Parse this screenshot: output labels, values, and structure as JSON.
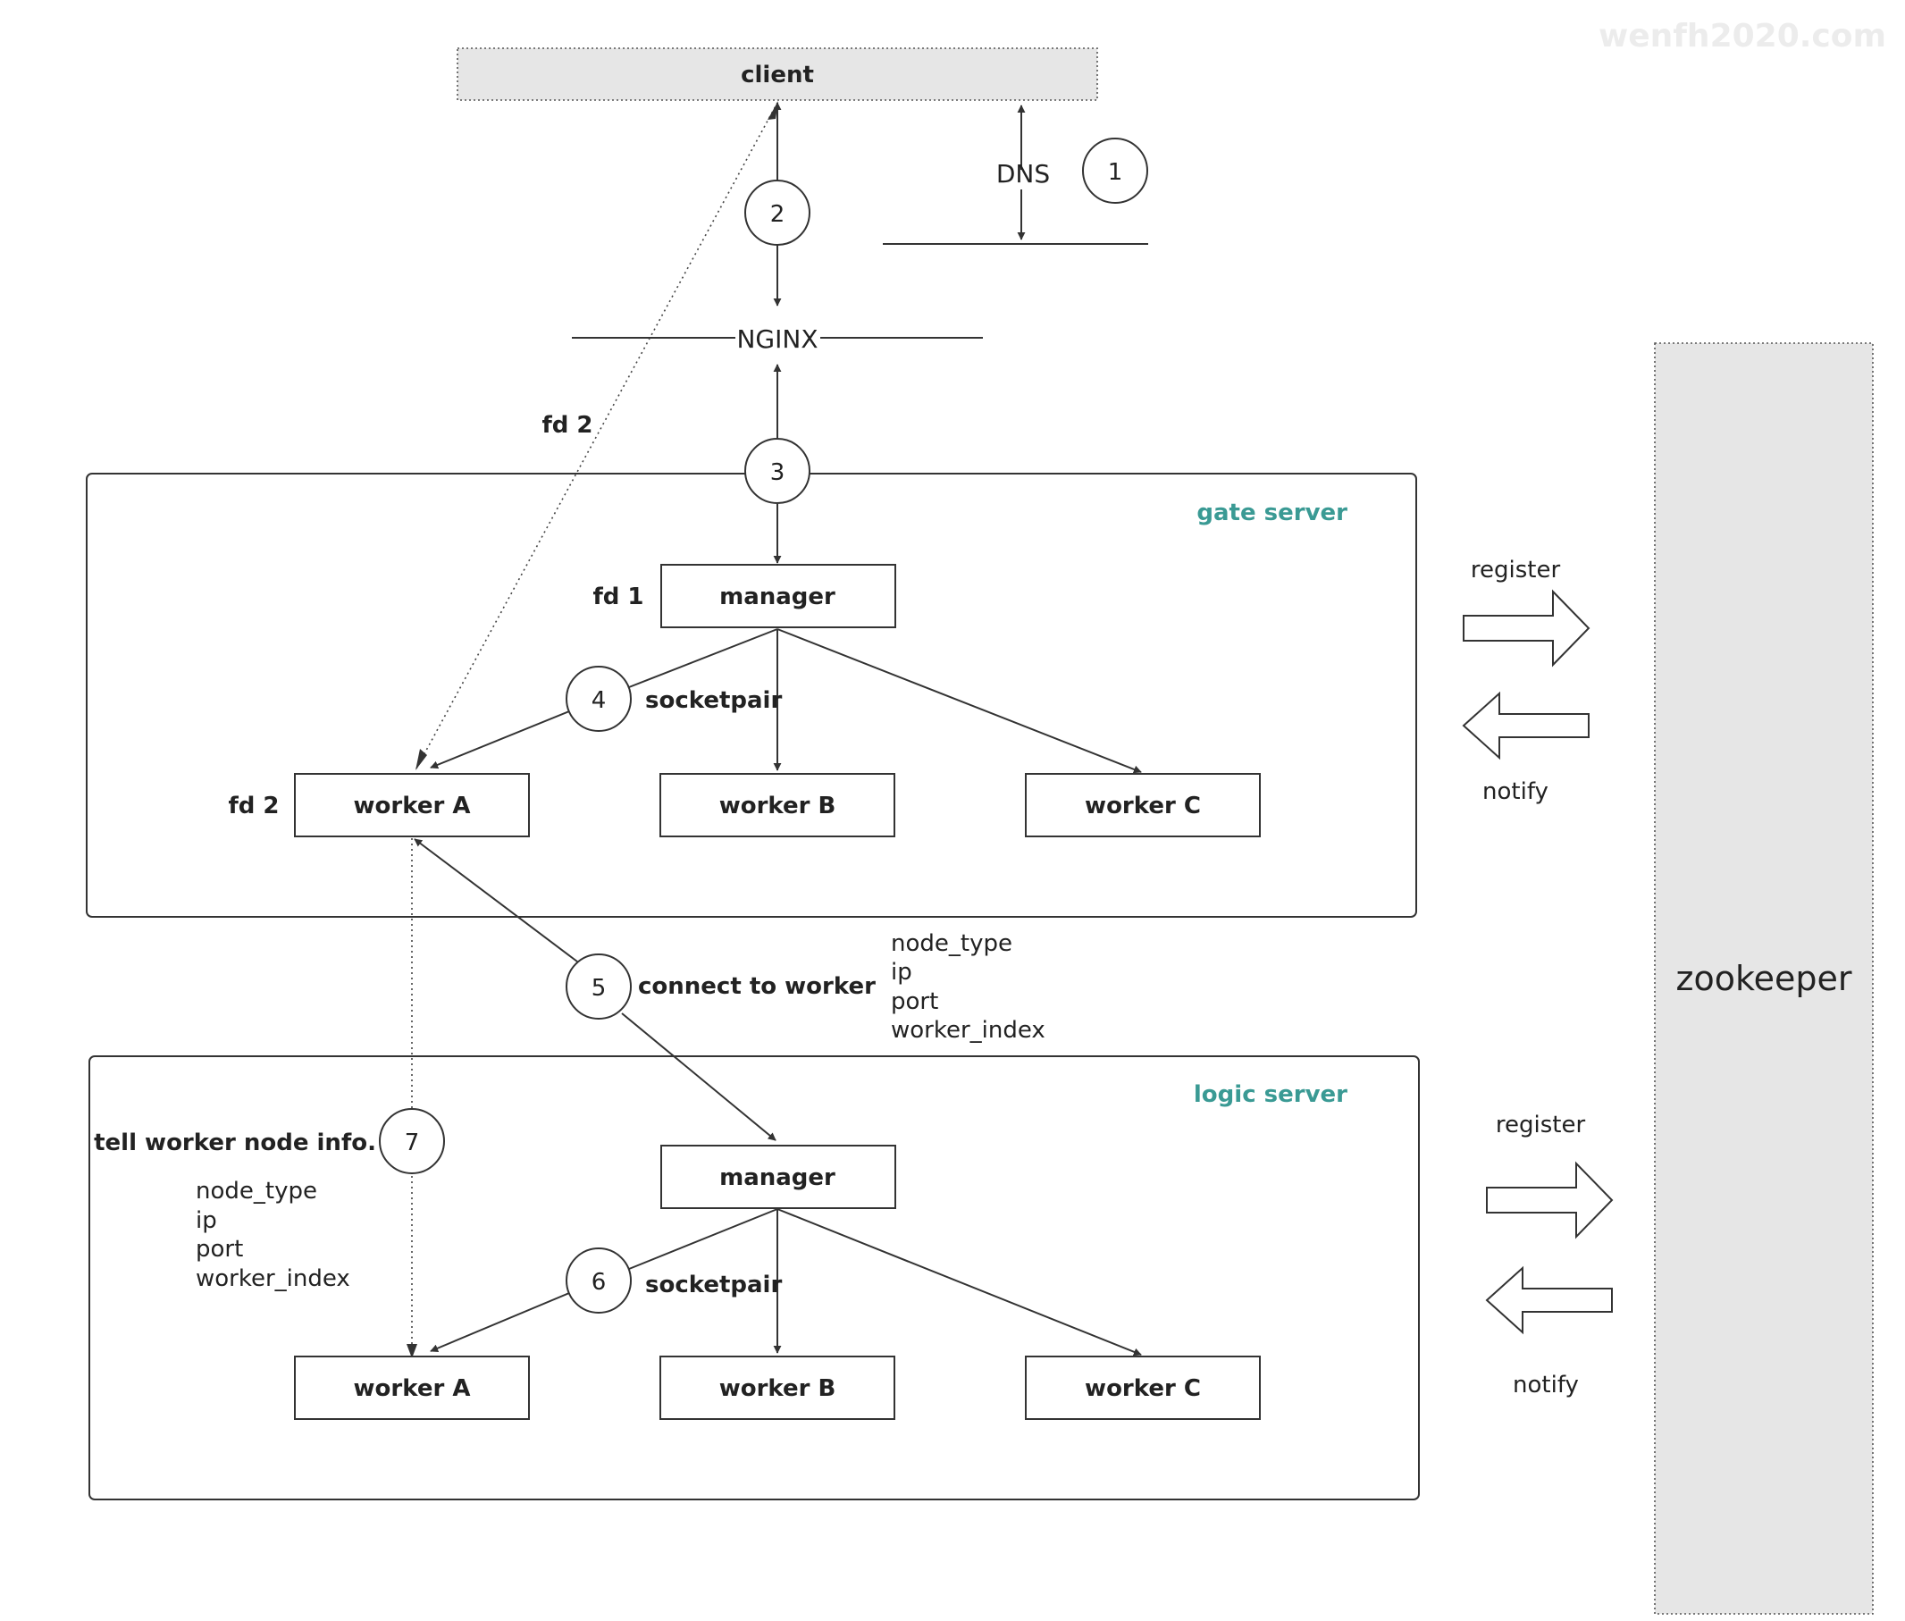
{
  "watermark": "wenfh2020.com",
  "client": "client",
  "dns": "DNS",
  "nginx": "NGINX",
  "zookeeper": "zookeeper",
  "steps": [
    "1",
    "2",
    "3",
    "4",
    "5",
    "6",
    "7"
  ],
  "fd2_top": "fd 2",
  "gate": {
    "title": "gate server",
    "fd1": "fd 1",
    "fd2": "fd 2",
    "manager": "manager",
    "socketpair": "socketpair",
    "worker_a": "worker A",
    "worker_b": "worker B",
    "worker_c": "worker C"
  },
  "connect_label": "connect to worker",
  "node_info_right": [
    "node_type",
    "ip",
    "port",
    "worker_index"
  ],
  "logic": {
    "title": "logic server",
    "tell_label": "tell worker node info.",
    "node_info": [
      "node_type",
      "ip",
      "port",
      "worker_index"
    ],
    "manager": "manager",
    "socketpair": "socketpair",
    "worker_a": "worker A",
    "worker_b": "worker B",
    "worker_c": "worker C"
  },
  "zk_gate": {
    "register": "register",
    "notify": "notify"
  },
  "zk_logic": {
    "register": "register",
    "notify": "notify"
  }
}
